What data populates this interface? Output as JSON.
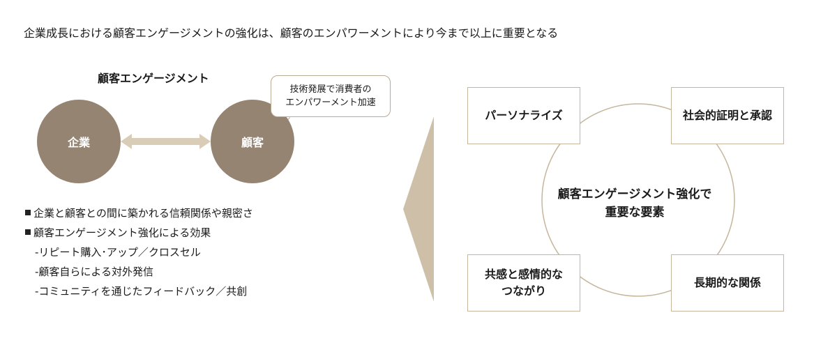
{
  "headline": "企業成長における顧客エンゲージメントの強化は、顧客のエンパワーメントにより今まで以上に重要となる",
  "left": {
    "title": "顧客エンゲージメント",
    "company": "企業",
    "customer": "顧客",
    "bubble": [
      "技術発展で消費者の",
      "エンパワーメント加速"
    ],
    "bullets": [
      "企業と顧客との間に築かれる信頼関係や親密さ",
      "顧客エンゲージメント強化による効果"
    ],
    "sub_items": [
      "-リピート購入･アップ／クロスセル",
      "-顧客自らによる対外発信",
      "-コミュニティを通じたフィードバック／共創"
    ]
  },
  "right": {
    "center": [
      "顧客エンゲージメント強化で",
      "重要な要素"
    ],
    "boxes": {
      "tl": [
        "パーソナライズ"
      ],
      "tr": [
        "社会的証明と承認"
      ],
      "bl": [
        "共感と感情的な",
        "つながり"
      ],
      "br": [
        "長期的な関係"
      ]
    }
  },
  "colors": {
    "circle": "#968472",
    "arrow": "#d9cdb8",
    "chevron": "#cdbfa8",
    "border": "#c5b69c"
  }
}
